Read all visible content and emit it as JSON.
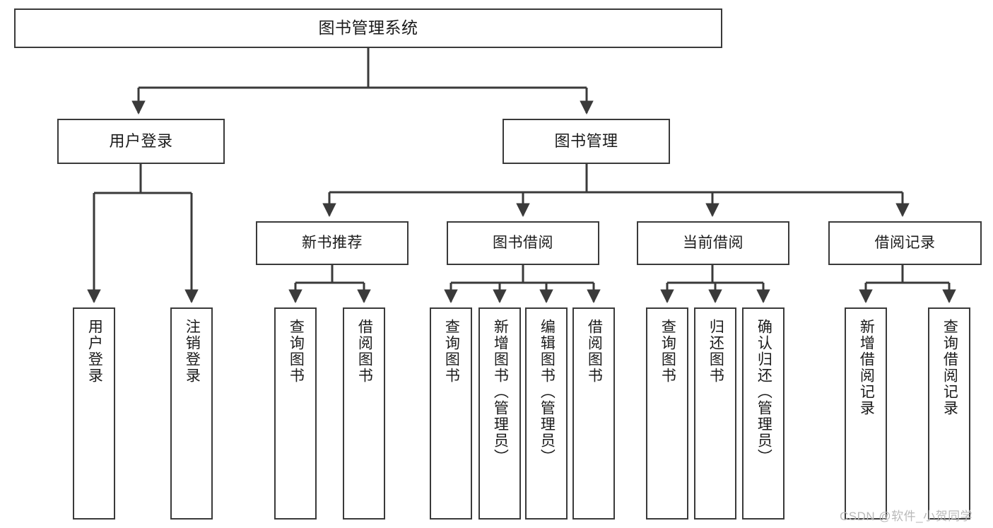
{
  "diagram": {
    "title": "图书管理系统",
    "type": "hierarchical-tree",
    "orientation": "top-down",
    "line_color": "#3a3a3a",
    "box_fill": "#ffffff",
    "text_color": "#1b1b1b",
    "root": {
      "id": "root",
      "label": "图书管理系统"
    },
    "level2": [
      {
        "id": "user-login",
        "label": "用户登录"
      },
      {
        "id": "book-management",
        "label": "图书管理"
      }
    ],
    "level3": [
      {
        "id": "new-book-recommend",
        "label": "新书推荐",
        "parent": "book-management"
      },
      {
        "id": "book-borrow",
        "label": "图书借阅",
        "parent": "book-management"
      },
      {
        "id": "current-borrow",
        "label": "当前借阅",
        "parent": "book-management"
      },
      {
        "id": "borrow-record",
        "label": "借阅记录",
        "parent": "book-management"
      }
    ],
    "leaves": [
      {
        "id": "leaf-user-login",
        "label": "用户登录",
        "parent": "user-login"
      },
      {
        "id": "leaf-logout-login",
        "label": "注销登录",
        "parent": "user-login"
      },
      {
        "id": "leaf-query-book-1",
        "label": "查询图书",
        "parent": "new-book-recommend"
      },
      {
        "id": "leaf-borrow-book-1",
        "label": "借阅图书",
        "parent": "new-book-recommend"
      },
      {
        "id": "leaf-query-book-2",
        "label": "查询图书",
        "parent": "book-borrow"
      },
      {
        "id": "leaf-add-book",
        "label": "新增图书（管理员）",
        "parent": "book-borrow"
      },
      {
        "id": "leaf-edit-book",
        "label": "编辑图书（管理员）",
        "parent": "book-borrow"
      },
      {
        "id": "leaf-borrow-book-2",
        "label": "借阅图书",
        "parent": "book-borrow"
      },
      {
        "id": "leaf-query-book-3",
        "label": "查询图书",
        "parent": "current-borrow"
      },
      {
        "id": "leaf-return-book",
        "label": "归还图书",
        "parent": "current-borrow"
      },
      {
        "id": "leaf-confirm-return",
        "label": "确认归还（管理员）",
        "parent": "current-borrow"
      },
      {
        "id": "leaf-add-record",
        "label": "新增借阅记录",
        "parent": "borrow-record"
      },
      {
        "id": "leaf-query-record",
        "label": "查询借阅记录",
        "parent": "borrow-record"
      }
    ]
  },
  "watermark": {
    "text": "CSDN @软件_小贺同学"
  }
}
